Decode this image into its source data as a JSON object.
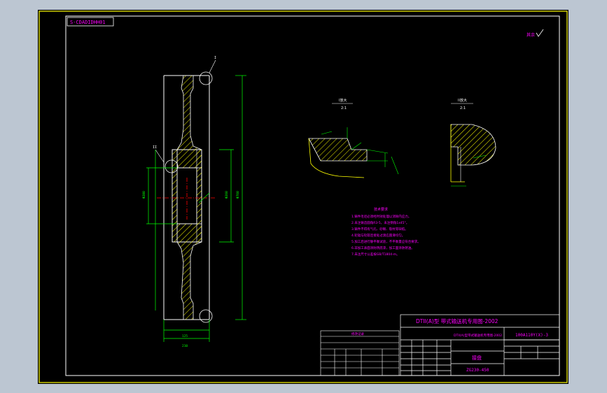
{
  "drawing_code": "S-CDADIDHH01",
  "roughness": "其余",
  "detail_labels": [
    "I放大",
    "II放大"
  ],
  "detail_scale": "2:1",
  "tech_req_title": "技术要求",
  "tech_req_lines": [
    "1.铸件毛坯必须经时效处理以消除内应力。",
    "2.未注铸造圆角R3-5，未注倒角1x45°。",
    "3.铸件不得有气孔、砂眼、裂纹等缺陷。",
    "4.轮辐与轮毂连接处过渡应圆滑均匀。",
    "5.加工后进行静平衡试验，不平衡量应符合要求。",
    "6.非加工表面涂防锈底漆，加工面涂防锈油。",
    "7.未注尺寸公差按GB/T1804-m。"
  ],
  "title_block": {
    "header": "DTII(A)型 带式输送机专用图-2002",
    "drawing_no": "100A110Y(X)-3",
    "part_name": "接盘",
    "material": "ZG230-450",
    "sub_header": "DTII(A)型带式输送机专用图-2002",
    "rev_table_title": "修改记录"
  }
}
